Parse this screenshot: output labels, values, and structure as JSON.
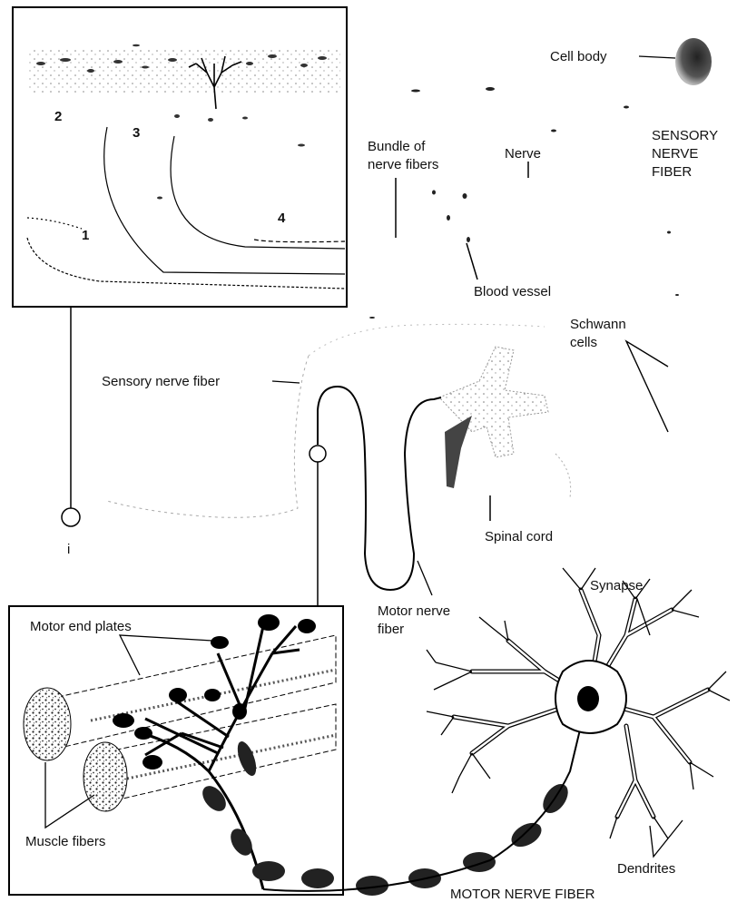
{
  "labels": {
    "cell_body": "Cell body",
    "sensory_nerve_fiber_title": [
      "SENSORY",
      "NERVE",
      "FIBER"
    ],
    "bundle_of_nerve_fibers": [
      "Bundle of",
      "nerve fibers"
    ],
    "nerve": "Nerve",
    "blood_vessel": "Blood vessel",
    "schwann_cells": [
      "Schwann",
      "cells"
    ],
    "sensory_nerve_fiber": "Sensory nerve fiber",
    "spinal_cord": "Spinal cord",
    "motor_nerve_fiber": [
      "Motor nerve",
      "fiber"
    ],
    "synapse": "Synapse",
    "motor_end_plates": "Motor end plates",
    "muscle_fibers": "Muscle fibers",
    "dendrites": "Dendrites",
    "motor_nerve_fiber_title": "MOTOR NERVE FIBER",
    "inset_marker": "i"
  },
  "skin_layer_numbers": [
    "1",
    "2",
    "3",
    "4"
  ]
}
